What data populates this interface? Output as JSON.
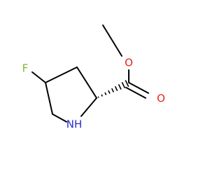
{
  "molecule": {
    "atoms": {
      "fluorine": "F",
      "ester_oxygen_single": "O",
      "carbonyl_oxygen": "O",
      "ring_nitrogen": "NH"
    }
  },
  "colors": {
    "bond": "#000000",
    "fluorine": "#86b62a",
    "oxygen": "#e8221c",
    "nitrogen": "#2a2ad4"
  }
}
